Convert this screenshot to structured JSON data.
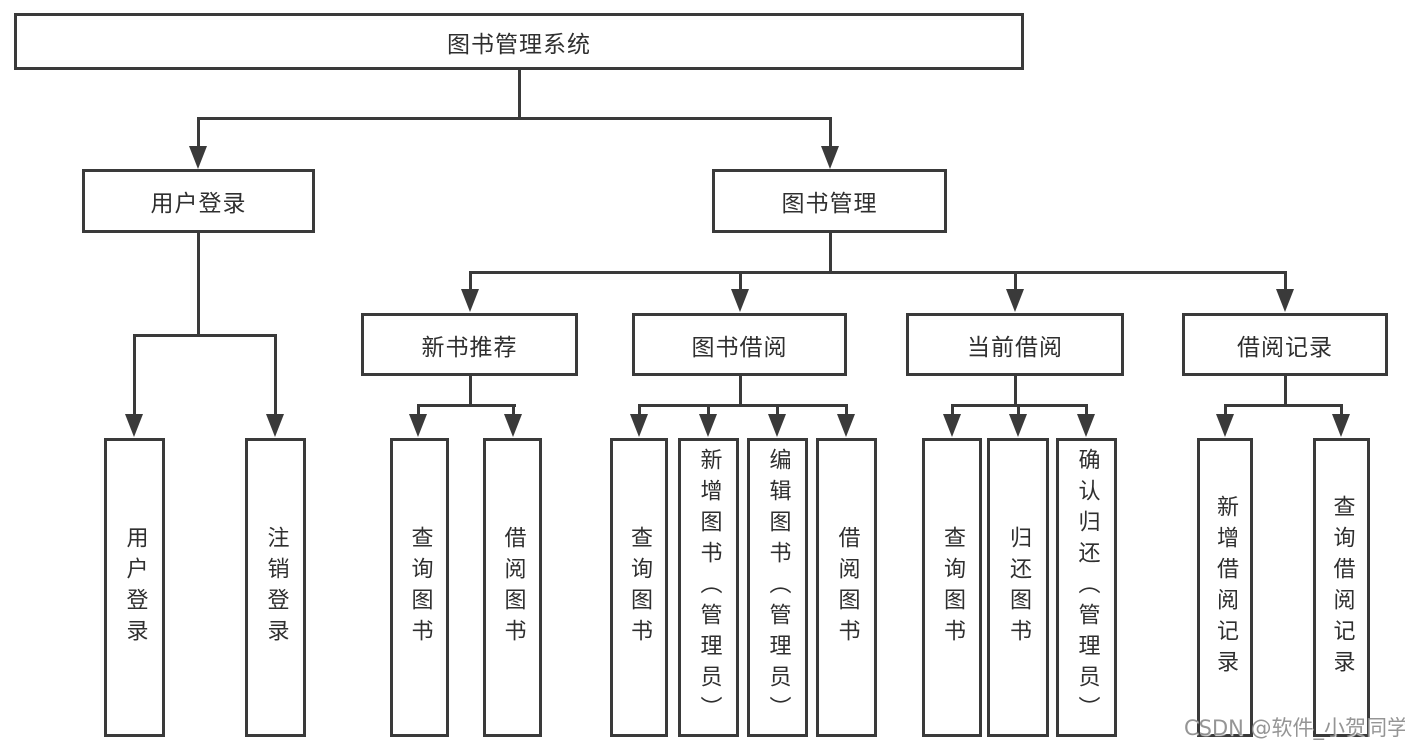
{
  "tree": {
    "root": "图书管理系统",
    "children": [
      {
        "label": "用户登录",
        "children": [
          "用户登录",
          "注销登录"
        ]
      },
      {
        "label": "图书管理",
        "children": [
          {
            "label": "新书推荐",
            "children": [
              "查询图书",
              "借阅图书"
            ]
          },
          {
            "label": "图书借阅",
            "children": [
              "查询图书",
              "新增图书（管理员）",
              "编辑图书（管理员）",
              "借阅图书"
            ]
          },
          {
            "label": "当前借阅",
            "children": [
              "查询图书",
              "归还图书",
              "确认归还（管理员）"
            ]
          },
          {
            "label": "借阅记录",
            "children": [
              "新增借阅记录",
              "查询借阅记录"
            ]
          }
        ]
      }
    ]
  },
  "watermark": {
    "text": "CSDN @软件_小贺同学"
  },
  "colors": {
    "line": "#3a3a3a",
    "text": "#2f2f2f",
    "watermark": "#8a8a8a",
    "background": "#ffffff"
  }
}
